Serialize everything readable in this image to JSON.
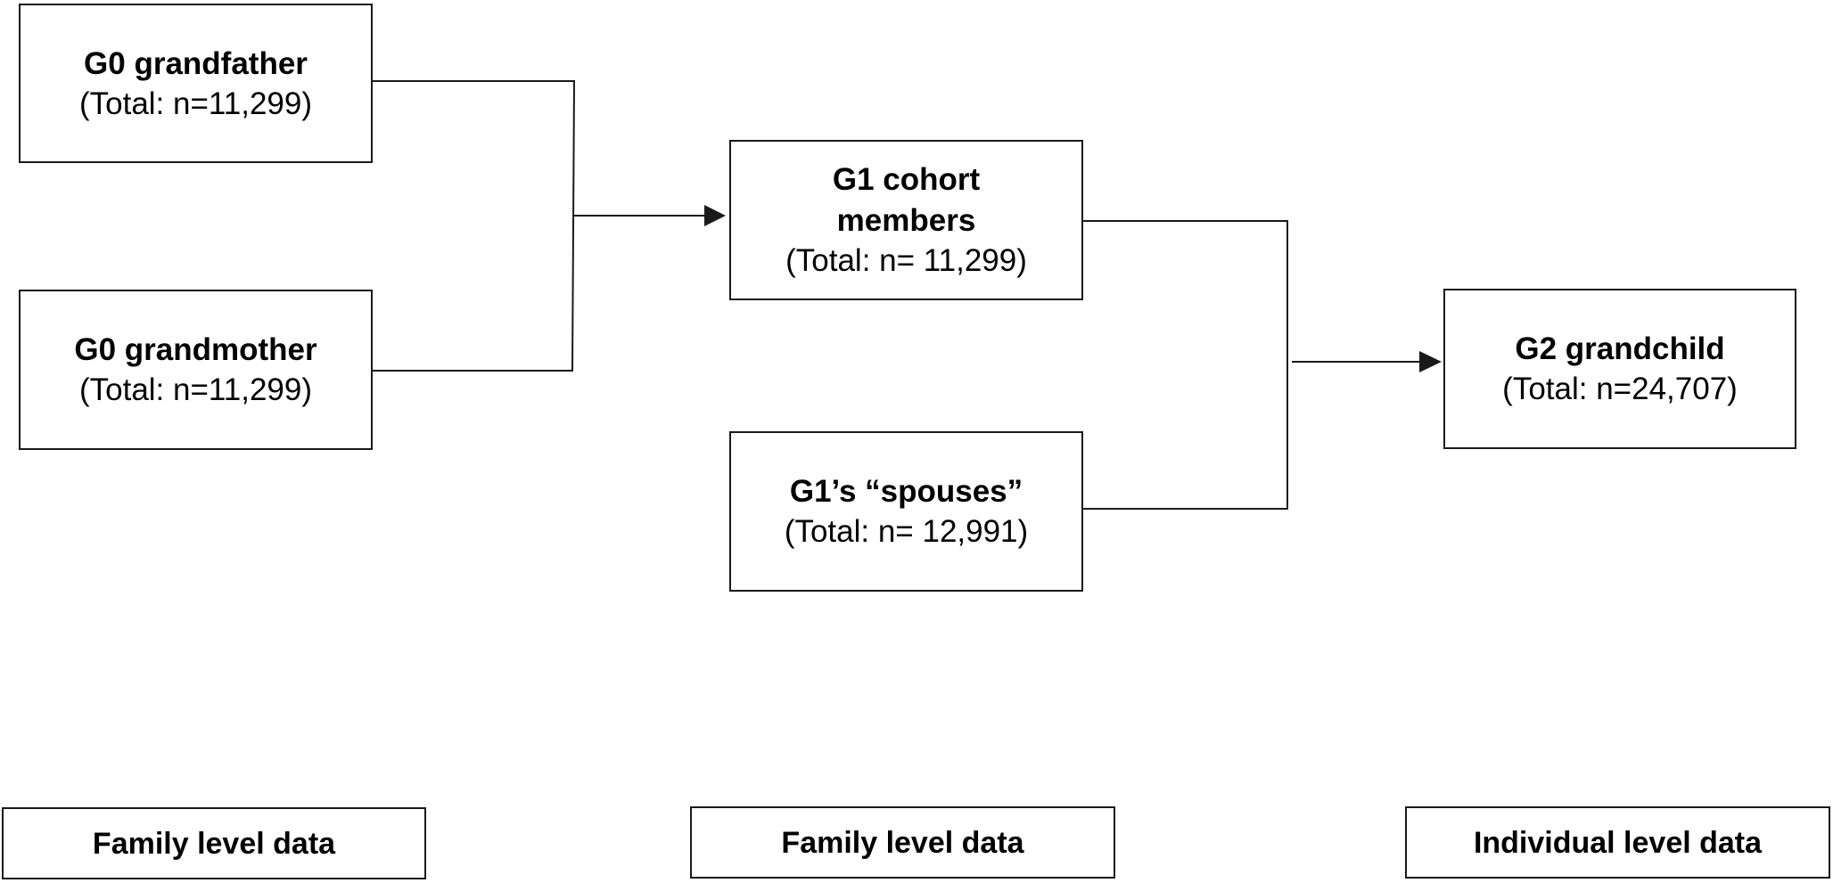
{
  "nodes": {
    "g0_grandfather": {
      "title": "G0 grandfather",
      "total": "(Total: n=11,299)"
    },
    "g0_grandmother": {
      "title": "G0 grandmother",
      "total": "(Total: n=11,299)"
    },
    "g1_cohort": {
      "title_line1": "G1 cohort",
      "title_line2": "members",
      "total": "(Total: n= 11,299)"
    },
    "g1_spouses": {
      "title": "G1’s “spouses”",
      "total": "(Total: n= 12,991)"
    },
    "g2_grandchild": {
      "title": "G2 grandchild",
      "total": "(Total: n=24,707)"
    }
  },
  "levels": {
    "left": "Family level data",
    "middle": "Family level data",
    "right": "Individual level data"
  },
  "colors": {
    "line": "#1a1a1a",
    "box_border": "#1a1a1a",
    "background": "#ffffff"
  }
}
